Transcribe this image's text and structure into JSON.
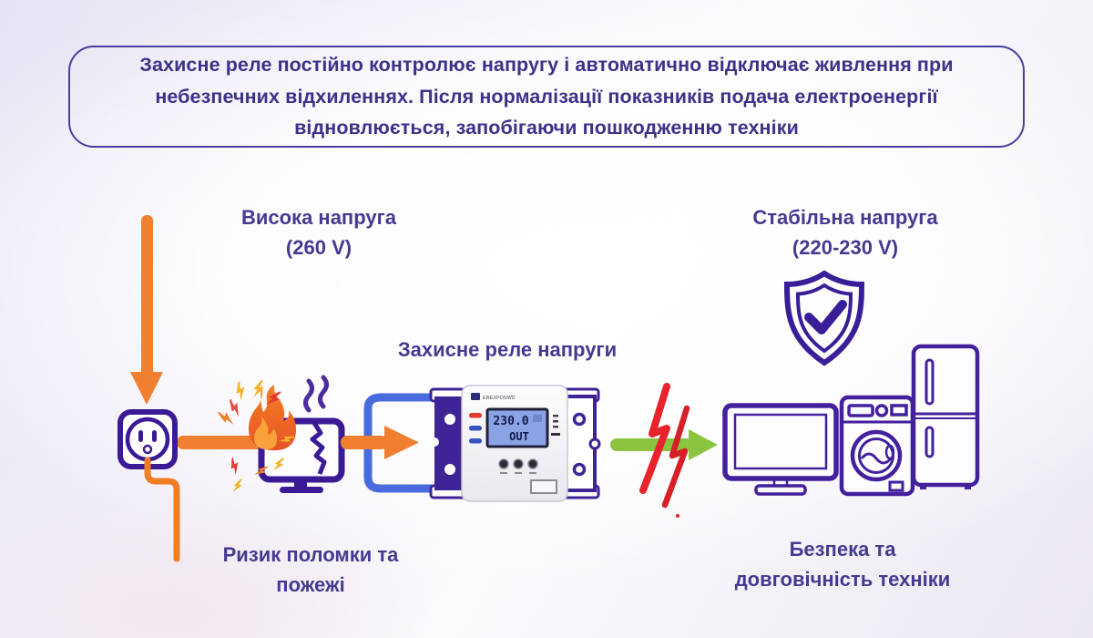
{
  "banner": {
    "text": "Захисне реле постійно контролює напругу і автоматично відключає живлення при небезпечних відхиленнях. Після нормалізації показників подача електроенергії відновлюється, запобігаючи пошкодженню техніки"
  },
  "labels": {
    "high_voltage_title": "Висока напруга",
    "high_voltage_value": "(260 V)",
    "relay_title": "Захисне реле напруги",
    "stable_voltage_title": "Стабільна напруга",
    "stable_voltage_value": "(220-230 V)",
    "risk_line1": "Ризик поломки та",
    "risk_line2": "пожежі",
    "safety_line1": "Безпека та",
    "safety_line2": "довговічність техніки"
  },
  "device": {
    "brand": "EREXPOSWD",
    "lcd_line1": "230.0",
    "lcd_line2": "OUT"
  },
  "icons": {
    "flow": [
      "arrow-down-icon",
      "outlet-icon",
      "power-cord-icon",
      "burning-tv-icon",
      "smoke-icon",
      "spark-icons",
      "arrow-right-icon",
      "bypass-bracket-icon",
      "voltage-relay-device",
      "green-arrow-icon",
      "lightning-blocked-icon",
      "shield-check-icon",
      "monitor-icon",
      "washing-machine-icon",
      "fridge-icon"
    ]
  },
  "colors": {
    "accent_orange": "#F08030",
    "accent_green": "#8BC53F",
    "accent_red": "#E8232B",
    "accent_blue": "#4A6BE0",
    "outline_purple": "#3F1D9B",
    "text_indigo": "#3C3289"
  }
}
